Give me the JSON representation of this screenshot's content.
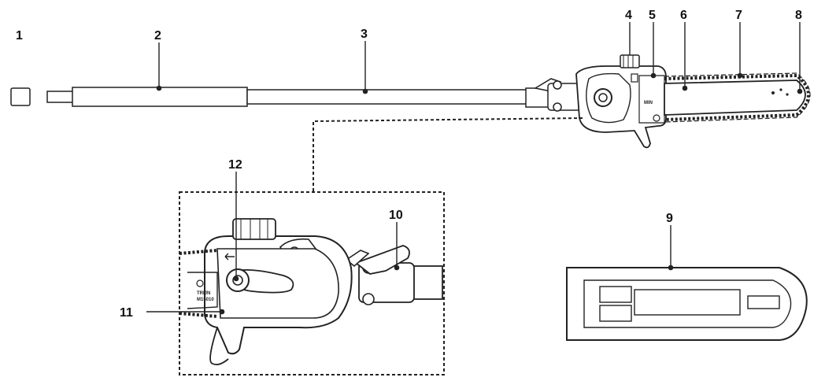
{
  "diagram": {
    "callouts": [
      {
        "id": "1",
        "text": "1"
      },
      {
        "id": "2",
        "text": "2"
      },
      {
        "id": "3",
        "text": "3"
      },
      {
        "id": "4",
        "text": "4"
      },
      {
        "id": "5",
        "text": "5"
      },
      {
        "id": "6",
        "text": "6"
      },
      {
        "id": "7",
        "text": "7"
      },
      {
        "id": "8",
        "text": "8"
      },
      {
        "id": "9",
        "text": "9"
      },
      {
        "id": "10",
        "text": "10"
      },
      {
        "id": "11",
        "text": "11"
      },
      {
        "id": "12",
        "text": "12"
      }
    ],
    "markings": {
      "bar_min": "MIN",
      "bar_brand": "TRIJN",
      "bar_model": "M15010"
    }
  }
}
